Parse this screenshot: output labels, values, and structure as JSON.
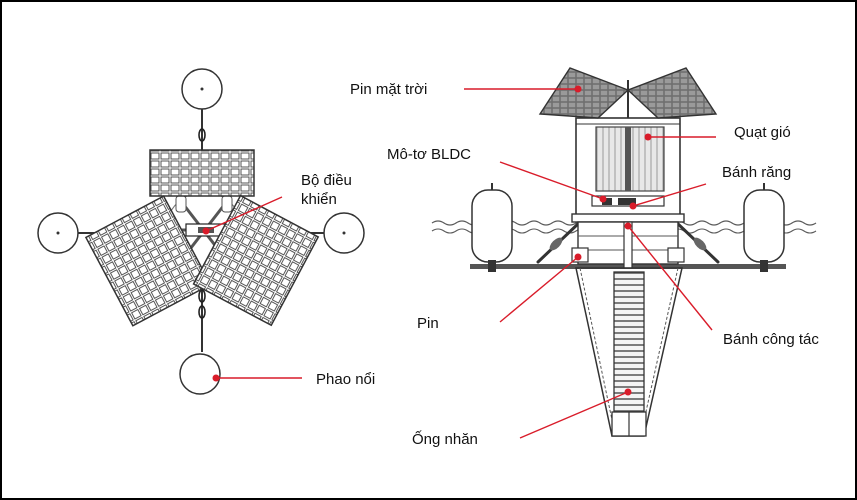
{
  "labels": {
    "solar_panel": "Pin mặt trời",
    "bldc_motor": "Mô-tơ BLDC",
    "wind_turbine": "Quạt gió",
    "gear": "Bánh răng",
    "controller_line1": "Bộ điều",
    "controller_line2": "khiển",
    "battery": "Pin",
    "impeller": "Bánh công tác",
    "float": "Phao nổi",
    "bellows_pipe": "Ống nhăn"
  },
  "colors": {
    "callout": "#d91c2a",
    "line": "#333333",
    "water": "#5a5a5a"
  }
}
